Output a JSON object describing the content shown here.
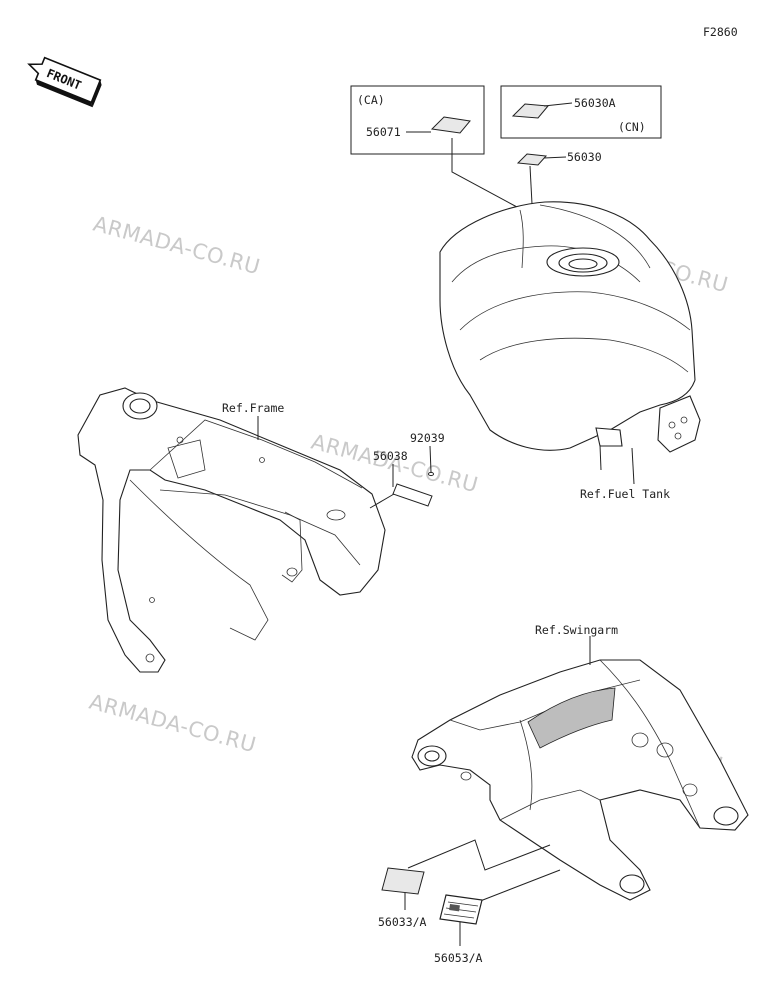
{
  "diagram_code": "F2860",
  "front_arrow": {
    "label": "FRONT",
    "icon": "front-arrow-icon"
  },
  "watermark": "ARMADA-CO.RU",
  "boxes": {
    "ca": {
      "region": "(CA)",
      "part": "56071"
    },
    "cn": {
      "region": "(CN)",
      "part": "56030A"
    }
  },
  "parts": {
    "p56030": "56030",
    "p92039": "92039",
    "p56038": "56038",
    "p56033": "56033/A",
    "p56053": "56053/A"
  },
  "refs": {
    "frame": "Ref.Frame",
    "fuel_tank": "Ref.Fuel Tank",
    "swingarm": "Ref.Swingarm"
  }
}
